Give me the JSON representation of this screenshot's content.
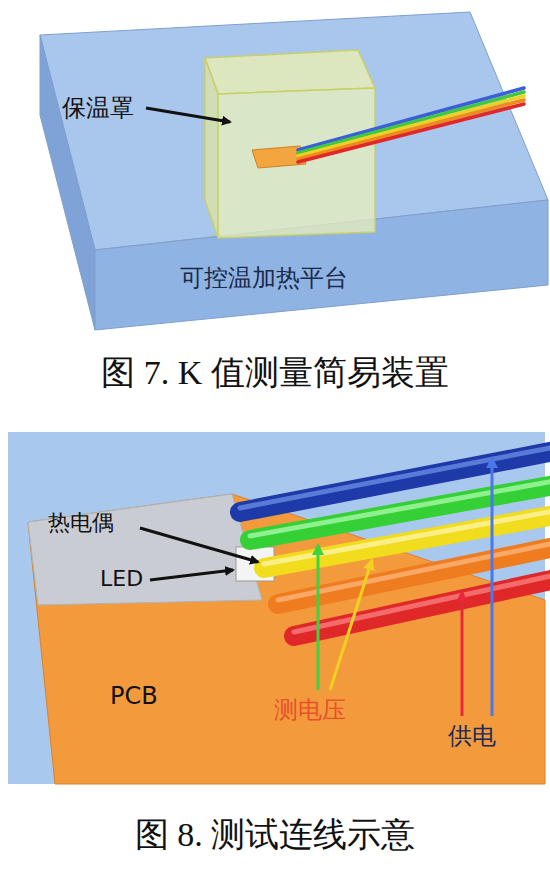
{
  "diagram": {
    "nodes": [
      {
        "text": [
          "可控温加热平台"
        ]
      },
      {
        "text": [
          "PCB"
        ]
      }
    ],
    "labels": [
      "保温罩",
      "图 7. K 值测量简易装置",
      "热电偶",
      "LED",
      "测电压",
      "供电",
      "图 8. 测试连线示意"
    ]
  }
}
